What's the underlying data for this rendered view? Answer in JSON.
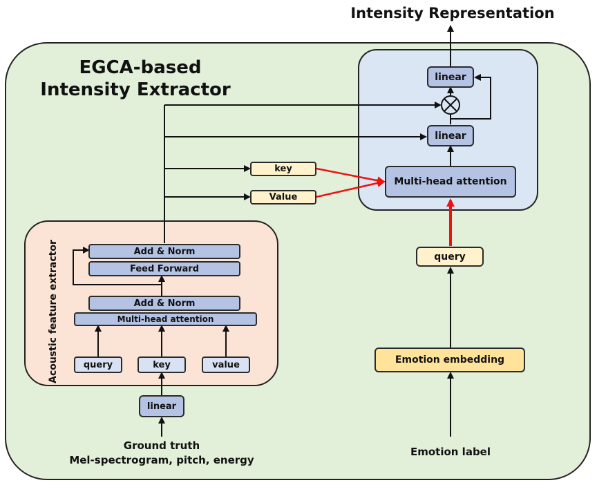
{
  "title": "Intensity Representation",
  "extractor_title_line1": "EGCA-based",
  "extractor_title_line2": "Intensity Extractor",
  "acoustic_module_label": "Acoustic feature extractor",
  "acoustic": {
    "add_norm_top": "Add & Norm",
    "feed_forward": "Feed Forward",
    "add_norm_bottom": "Add & Norm",
    "multi_head_attention": "Multi-head attention",
    "query": "query",
    "key": "key",
    "value": "value",
    "input_linear": "linear"
  },
  "attention_module": {
    "linear_top": "linear",
    "linear_mid": "linear",
    "multi_head_attention": "Multi-head attention",
    "multiply_symbol": "⊗"
  },
  "side_inputs": {
    "key": "key",
    "value": "Value"
  },
  "emotion_branch": {
    "query": "query",
    "embedding": "Emotion embedding",
    "label": "Emotion label"
  },
  "input_label_line1": "Ground truth",
  "input_label_line2": "Mel-spectrogram, pitch, energy",
  "colors": {
    "outer_bg": "#e2efd9",
    "acoustic_bg": "#fbe4d5",
    "attention_bg": "#dae6f3",
    "box_blue": "#b4c2e4",
    "box_yellow": "#fff2cc",
    "box_gold": "#ffe39a",
    "red_arrow": "#ee1111"
  }
}
